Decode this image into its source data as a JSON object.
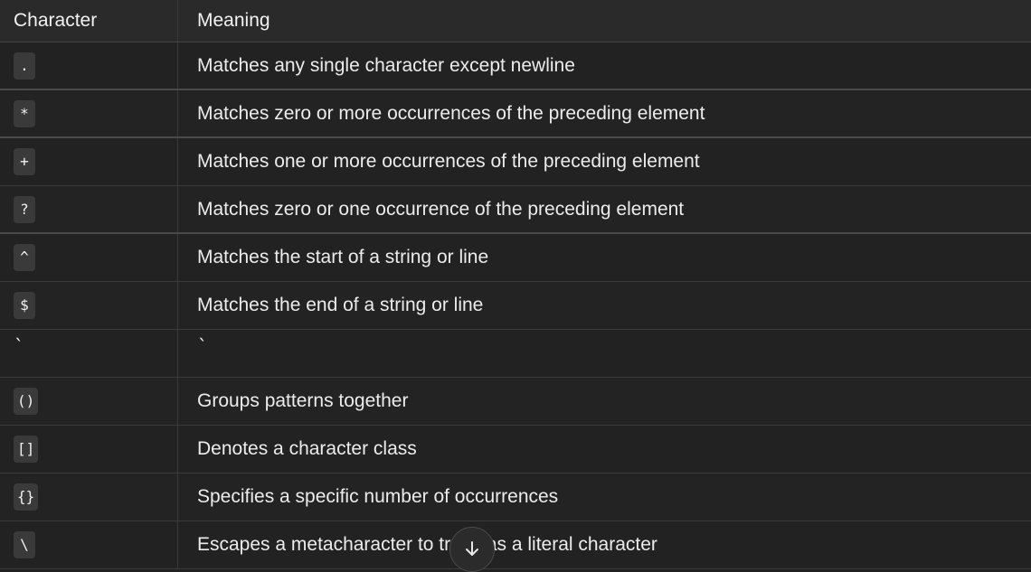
{
  "table": {
    "headers": {
      "character": "Character",
      "meaning": "Meaning"
    },
    "rows": [
      {
        "symbol": ".",
        "meaning": "Matches any single character except newline"
      },
      {
        "symbol": "*",
        "meaning": "Matches zero or more occurrences of the preceding element"
      },
      {
        "symbol": "+",
        "meaning": "Matches one or more occurrences of the preceding element"
      },
      {
        "symbol": "?",
        "meaning": "Matches zero or one occurrence of the preceding element"
      },
      {
        "symbol": "^",
        "meaning": "Matches the start of a string or line"
      },
      {
        "symbol": "$",
        "meaning": "Matches the end of a string or line"
      },
      {
        "symbol": "`",
        "meaning": "`"
      },
      {
        "symbol": "()",
        "meaning": "Groups patterns together"
      },
      {
        "symbol": "[]",
        "meaning": "Denotes a character class"
      },
      {
        "symbol": "{}",
        "meaning": "Specifies a specific number of occurrences"
      },
      {
        "symbol": "\\",
        "meaning_start": "Escapes a metacharacter to t",
        "meaning_end": "it as a literal character"
      }
    ]
  },
  "controls": {
    "scroll_down_icon": "arrow-down-icon"
  }
}
